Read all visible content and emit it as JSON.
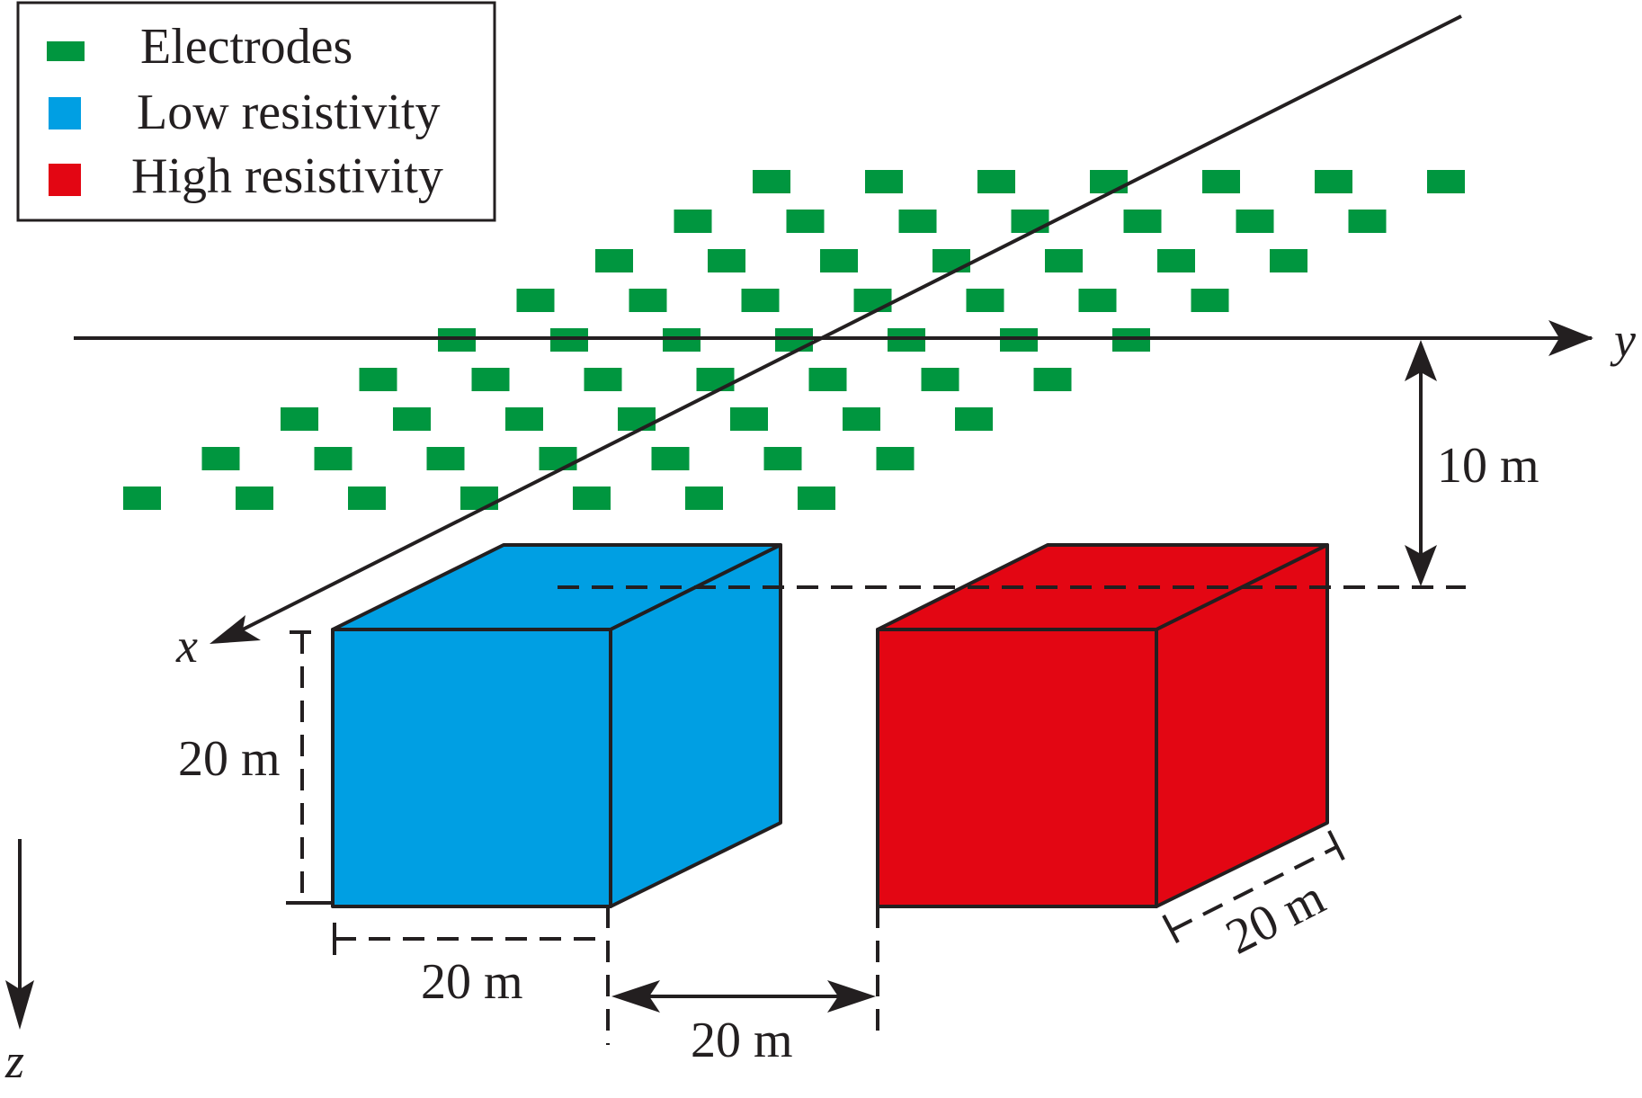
{
  "legend": {
    "items": [
      {
        "label": "Electrodes",
        "color": "#00963f"
      },
      {
        "label": "Low resistivity",
        "color": "#009fe3"
      },
      {
        "label": "High resistivity",
        "color": "#e30613"
      }
    ]
  },
  "axes": {
    "x": "x",
    "y": "y",
    "z": "z"
  },
  "electrodes": {
    "rows": 9,
    "per_row": [
      7,
      7,
      7,
      7,
      7,
      7,
      7,
      7,
      7
    ]
  },
  "bodies": [
    {
      "name": "low-resistivity-block",
      "color": "#009fe3",
      "side_color": "#009fe3"
    },
    {
      "name": "high-resistivity-block",
      "color": "#e30613",
      "side_color": "#e30613"
    }
  ],
  "dimensions": {
    "depth_label": "10 m",
    "height_label": "20 m",
    "width_label": "20 m",
    "gap_label": "20 m",
    "length_label": "20 m"
  },
  "colors": {
    "line": "#231f20"
  }
}
